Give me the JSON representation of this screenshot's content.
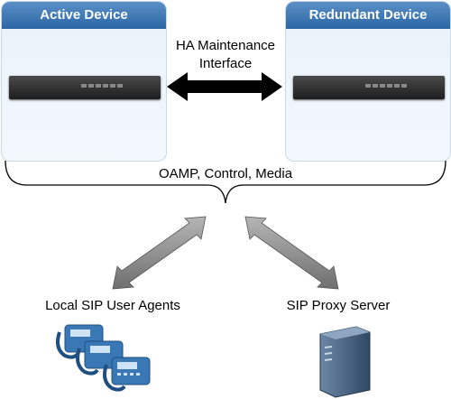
{
  "active_device": {
    "title": "Active Device"
  },
  "redundant_device": {
    "title": "Redundant Device"
  },
  "ha_link": {
    "line1": "HA Maintenance",
    "line2": "Interface"
  },
  "network_brace": {
    "label": "OAMP, Control, Media"
  },
  "sip_agents": {
    "label": "Local SIP User Agents",
    "icon": "ip-phones-icon"
  },
  "sip_proxy": {
    "label": "SIP Proxy Server",
    "icon": "server-icon"
  },
  "colors": {
    "title_bar": "#2b66a4",
    "box_bg": "#eaf2fb",
    "arrow": "#000000",
    "phone": "#3a78b5",
    "server": "#34506e"
  }
}
